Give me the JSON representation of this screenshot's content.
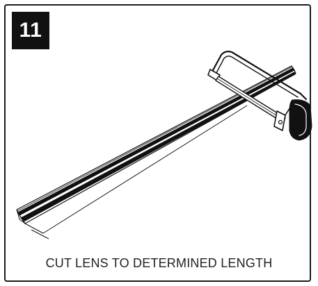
{
  "step": {
    "number": "11",
    "instruction": "CUT LENS TO DETERMINED LENGTH"
  },
  "illustration": {
    "subject": "hacksaw cutting a long lens strip",
    "icons": [
      "hacksaw-icon",
      "lens-strip-icon"
    ]
  }
}
